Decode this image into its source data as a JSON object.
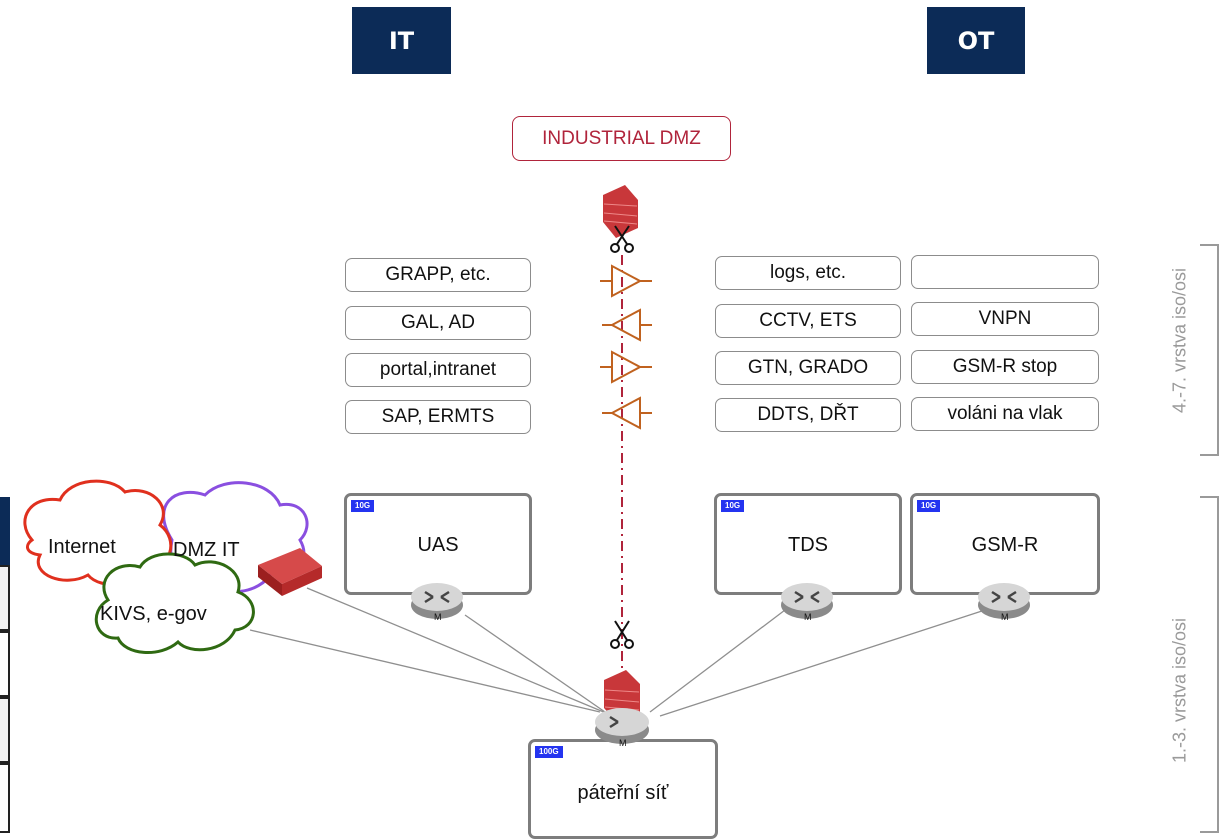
{
  "headers": {
    "it": "IT",
    "ot": "OT"
  },
  "dmz_label": "INDUSTRIAL DMZ",
  "it_services": [
    "GRAPP, etc.",
    "GAL, AD",
    "portal,intranet",
    "SAP, ERMTS"
  ],
  "ot_services": [
    "logs, etc.",
    "CCTV, ETS",
    "GTN, GRADO",
    "DDTS, DŘT"
  ],
  "gsmr_services": [
    "",
    "VNPN",
    "GSM-R stop",
    "voláni na vlak"
  ],
  "nodes": {
    "uas": {
      "label": "UAS",
      "tag": "10G"
    },
    "tds": {
      "label": "TDS",
      "tag": "10G"
    },
    "gsmr": {
      "label": "GSM-R",
      "tag": "10G"
    },
    "backbone": {
      "label": "páteřní síť",
      "tag": "100G"
    }
  },
  "router_mark": "M",
  "clouds": {
    "internet": "Internet",
    "dmz_it": "DMZ IT",
    "kivs": "KIVS, e-gov"
  },
  "layers": {
    "upper": "4.-7. vrstva iso/osi",
    "lower": "1.-3. vrstva iso/osi"
  },
  "colors": {
    "header_bg": "#0c2b57",
    "dmz_red": "#b0243b",
    "diode_orange": "#c0621f",
    "internet_cloud": "#e0301e",
    "dmz_cloud": "#8a4fe0",
    "kivs_cloud": "#2f6a12"
  },
  "icons": [
    "firewall-icon",
    "scissors-icon",
    "data-diode-icon",
    "router-icon",
    "cloud-icon"
  ]
}
